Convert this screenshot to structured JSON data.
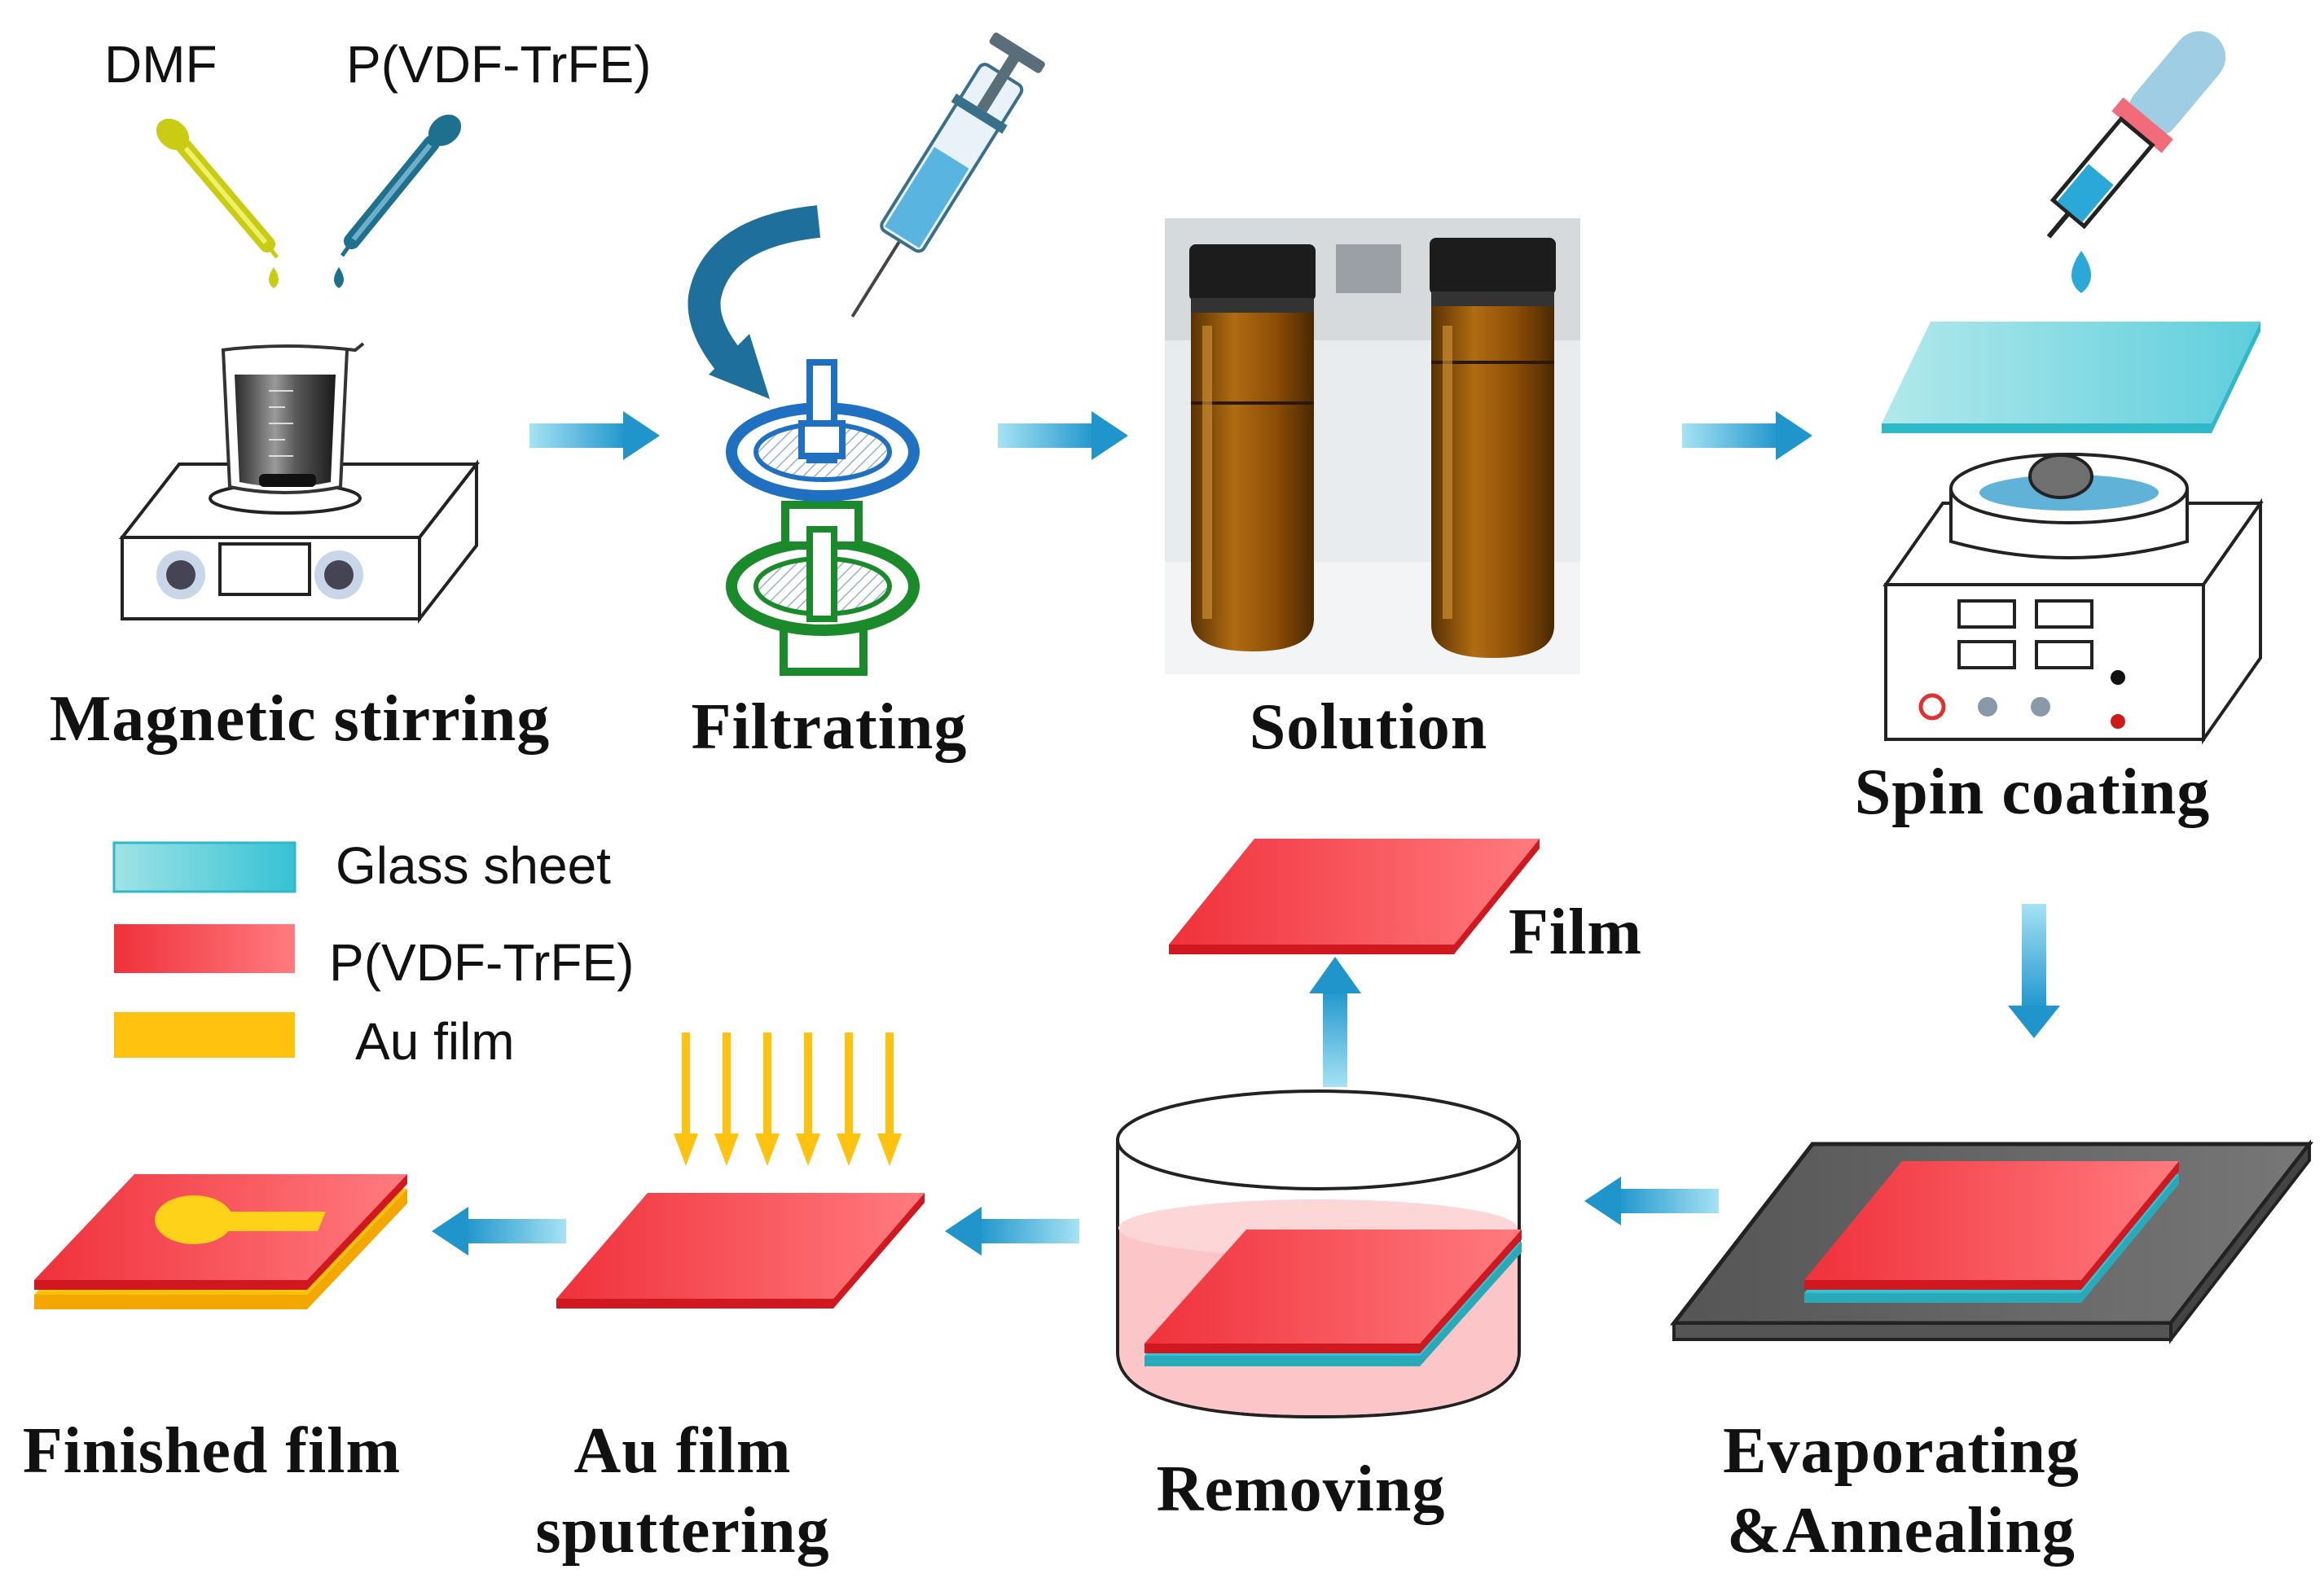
{
  "reagents": {
    "dmf": "DMF",
    "pvdf": "P(VDF-TrFE)"
  },
  "steps": {
    "magnetic_stirring": "Magnetic stirring",
    "filtrating": "Filtrating",
    "solution": "Solution",
    "spin_coating": "Spin coating",
    "film": "Film",
    "finished_film": "Finished film",
    "au_film_sputtering_line1": "Au film",
    "au_film_sputtering_line2": "sputtering",
    "removing": "Removing",
    "evaporating_line1": "Evaporating",
    "evaporating_line2": "&Annealing"
  },
  "legend": {
    "items": [
      {
        "label": "Glass sheet",
        "color": "#4fd0dc"
      },
      {
        "label": "P(VDF-TrFE)",
        "color": "#f0313b"
      },
      {
        "label": "Au film",
        "color": "#ffc20e"
      }
    ]
  },
  "colors": {
    "arrow": "#2aa8d8",
    "film_red": "#f23b45",
    "glass": "#4fd0dc",
    "gold": "#ffc20e",
    "amber_solution": "#9a5a08",
    "filter_blue": "#1f70c1",
    "filter_green": "#1a8a2a",
    "dmf_dropper": "#c9cc12",
    "pvdf_dropper": "#1f6f8f"
  }
}
